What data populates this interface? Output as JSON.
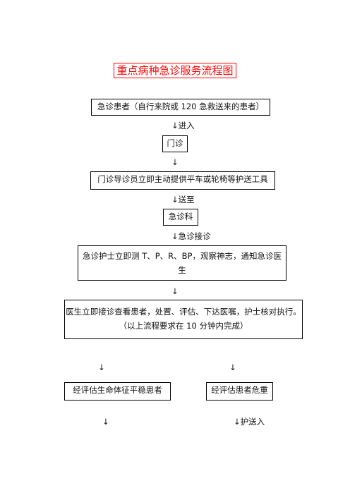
{
  "title": "重点病种急诊服务流程图",
  "nodes": {
    "patient": "急诊患者（自行来院或 120 急救送来的患者）",
    "outpatient": "门诊",
    "guide": "门诊导诊员立即主动提供平车或轮椅等护送工具",
    "emergency_dept": "急诊科",
    "nurse_line1": "急诊护士立即测 T、P、R、BP，观察神志，通知急诊医",
    "nurse_line2": "生",
    "doctor_line1": "医生立即接诊查看患者，处置、评估、下达医嘱，护士核对执行。",
    "doctor_line2": "（以上流程要求在 10 分钟内完成）",
    "stable": "经评估生命体征平稳患者",
    "critical": "经评估患者危重"
  },
  "connectors": {
    "arrow": "↓",
    "enter": "进入",
    "send_to": "送至",
    "receive": "急诊接诊",
    "escort": "护送入"
  }
}
